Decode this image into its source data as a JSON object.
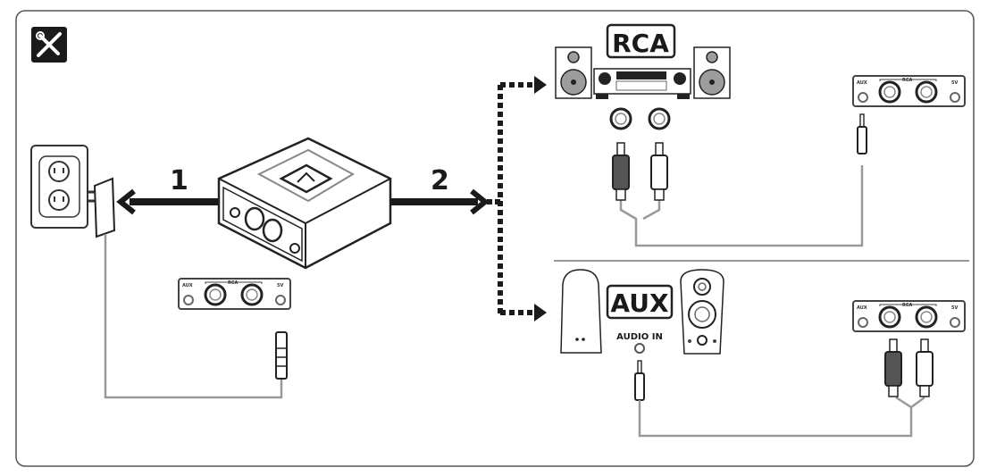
{
  "step_labels": {
    "step1": "1",
    "step2": "2"
  },
  "output_labels": {
    "rca": "RCA",
    "aux": "AUX",
    "audio_in": "AUDIO IN"
  },
  "panel_labels": {
    "aux": "AUX",
    "rca": "RCA",
    "power": "5V"
  },
  "icons": {
    "setup": "tools-icon",
    "device": "bluetooth-icon"
  },
  "colors": {
    "line": "#1a1a1a",
    "cable": "#9a9a9a",
    "border": "#555555",
    "speaker_cone": "#9d9d9d"
  }
}
